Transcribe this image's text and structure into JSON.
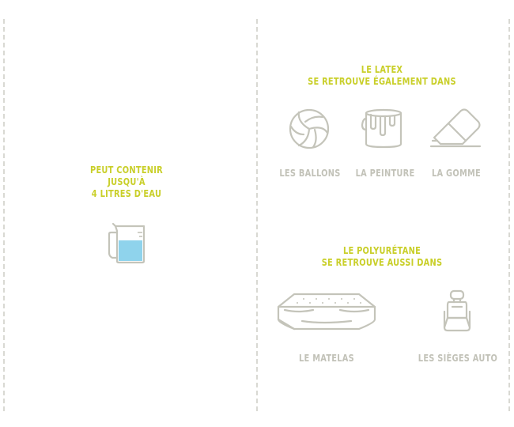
{
  "left_panel": {
    "heading_lines": [
      "PEUT CONTENIR",
      "JUSQU'À",
      "4 LITRES D'EAU"
    ],
    "icon": "measuring-jug-icon"
  },
  "latex_section": {
    "heading_lines": [
      "LE LATEX",
      "SE RETROUVE ÉGALEMENT DANS"
    ],
    "items": [
      {
        "label": "LES BALLONS",
        "icon": "volleyball-icon"
      },
      {
        "label": "LA PEINTURE",
        "icon": "paint-can-icon"
      },
      {
        "label": "LA GOMME",
        "icon": "eraser-icon"
      }
    ]
  },
  "polyurethane_section": {
    "heading_lines": [
      "LE POLYURÉTANE",
      "SE RETROUVE AUSSI DANS"
    ],
    "items": [
      {
        "label": "LE MATELAS",
        "icon": "mattress-icon"
      },
      {
        "label": "LES SIÈGES AUTO",
        "icon": "car-seat-icon"
      }
    ]
  },
  "colors": {
    "heading": "#c9cf2a",
    "label": "#c2c2b8",
    "icon_stroke": "#c4c4ba",
    "water": "#8fd3ec",
    "divider": "#d9d9d3"
  }
}
